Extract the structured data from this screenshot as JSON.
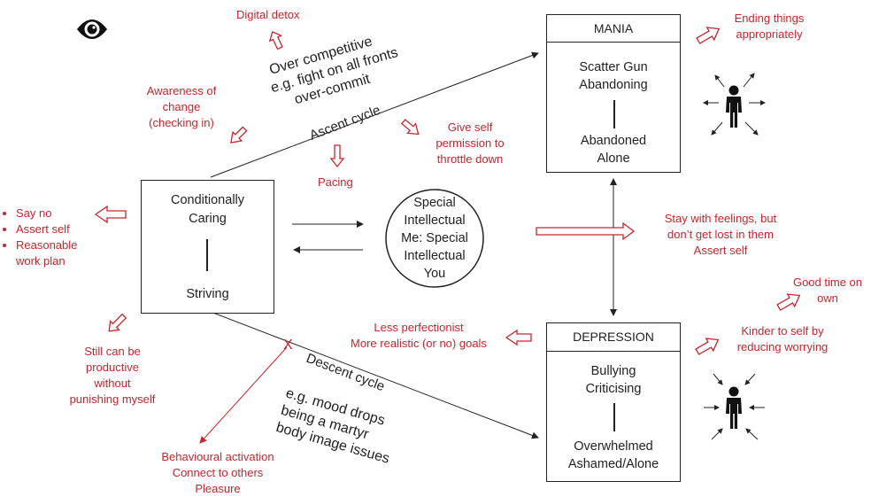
{
  "colors": {
    "red": "#c8262c",
    "black": "#222222"
  },
  "icons": {
    "eye": "eye-logo-icon",
    "person": "person-icon"
  },
  "mania": {
    "title": "MANIA",
    "line1": "Scatter Gun",
    "line2": "Abandoning",
    "line3": "Abandoned",
    "line4": "Alone"
  },
  "depression": {
    "title": "DEPRESSION",
    "line1": "Bullying",
    "line2": "Criticising",
    "line3": "Overwhelmed",
    "line4": "Ashamed/Alone"
  },
  "core": {
    "line1": "Conditionally",
    "line2": "Caring",
    "line3": "Striving"
  },
  "circle": {
    "lines": [
      "Special",
      "Intellectual",
      "Me: Special",
      "Intellectual",
      "You"
    ]
  },
  "ascent": {
    "label": "Ascent cycle",
    "note_lines": [
      "Over competitive",
      "e.g. fight on all fronts",
      "over-commit"
    ]
  },
  "descent": {
    "label": "Descent cycle",
    "note_lines": [
      "e.g. mood drops",
      "being a martyr",
      "body image issues"
    ],
    "cross": "X"
  },
  "red_notes": {
    "digital_detox": "Digital detox",
    "awareness": [
      "Awareness of",
      "change",
      "(checking in)"
    ],
    "pacing": "Pacing",
    "give_self": [
      "Give self",
      "permission to",
      "throttle down"
    ],
    "ending": [
      "Ending things",
      "appropriately"
    ],
    "stay_feelings": [
      "Stay with feelings, but",
      "don’t get lost in them",
      "Assert self"
    ],
    "less_perfectionist": [
      "Less perfectionist",
      "More realistic (or no) goals"
    ],
    "good_time": [
      "Good time on",
      "own"
    ],
    "kinder": [
      "Kinder to self by",
      "reducing worrying"
    ],
    "still_productive": [
      "Still can be",
      "productive",
      "without",
      "punishing myself"
    ],
    "behavioural": [
      "Behavioural activation",
      "Connect to others",
      "Pleasure"
    ],
    "left_list": [
      "Say no",
      "Assert self",
      "Reasonable",
      "work plan"
    ]
  }
}
